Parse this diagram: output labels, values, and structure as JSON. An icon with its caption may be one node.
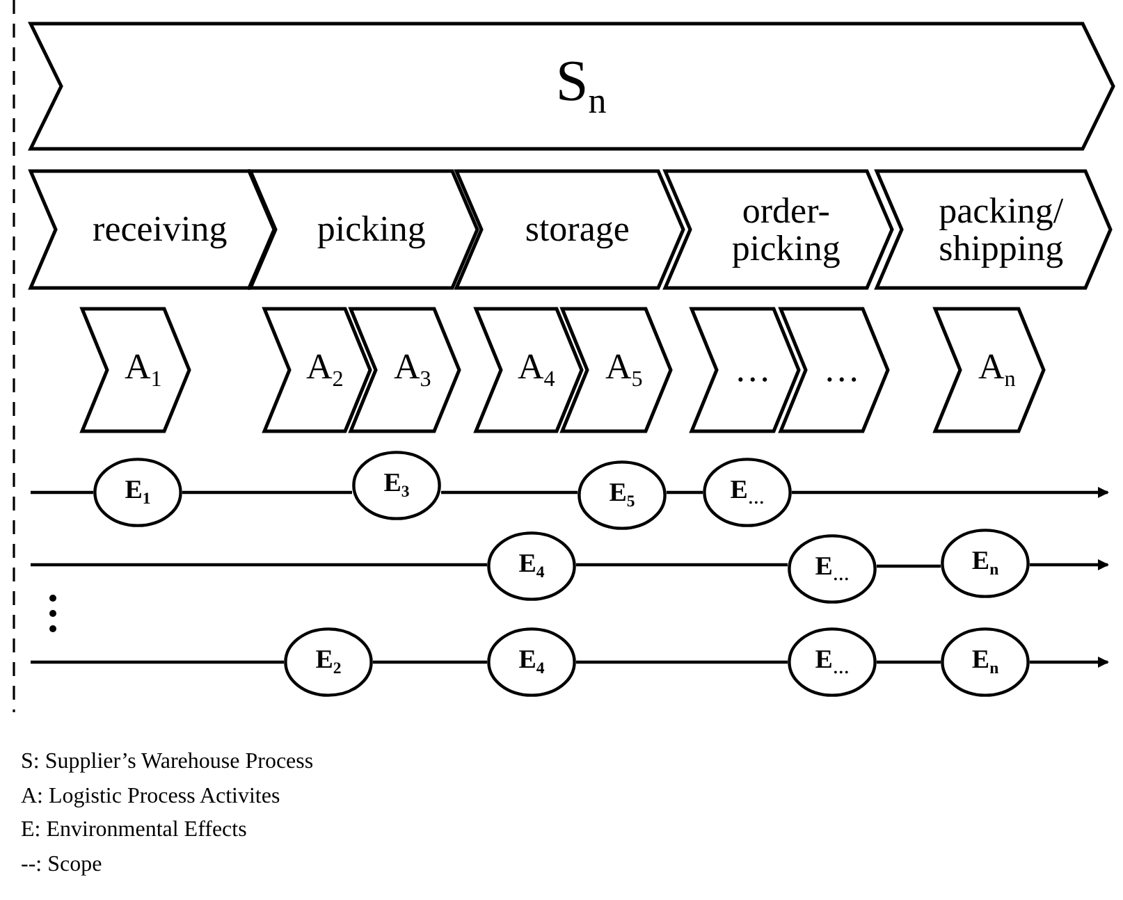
{
  "diagram": {
    "nodes": [
      {
        "text": [
          "S$_{n}$"
        ]
      },
      {
        "text": [
          "receiving"
        ]
      },
      {
        "text": [
          "picking"
        ]
      },
      {
        "text": [
          "storage"
        ]
      },
      {
        "text": [
          "order- picking"
        ]
      },
      {
        "text": [
          "packing/ shipping"
        ]
      },
      {
        "text": [
          "A$_{1}$"
        ]
      },
      {
        "text": [
          "A$_{2}$"
        ]
      },
      {
        "text": [
          "A$_{3}$"
        ]
      },
      {
        "text": [
          "A$_{4}$"
        ]
      },
      {
        "text": [
          "A$_{5}$"
        ]
      },
      {
        "text": [
          "…"
        ]
      },
      {
        "text": [
          "…"
        ]
      },
      {
        "text": [
          "A$_{n}$"
        ]
      },
      {
        "text": [
          "E$_{1}$"
        ]
      },
      {
        "text": [
          "E$_{3}$"
        ]
      },
      {
        "text": [
          "E$_{5}$"
        ]
      },
      {
        "text": [
          "E$_{…}$"
        ]
      },
      {
        "text": [
          "E$_{4}$"
        ]
      },
      {
        "text": [
          "E$_{…}$"
        ]
      },
      {
        "text": [
          "E$_{n}$"
        ]
      },
      {
        "text": [
          "E$_{2}$"
        ]
      },
      {
        "text": [
          "E$_{4}$"
        ]
      },
      {
        "text": [
          "E$_{…}$"
        ]
      },
      {
        "text": [
          "E$_{n}$"
        ]
      }
    ],
    "edges": [
      {
        "from": null,
        "to": 14,
        "arrow": "none"
      },
      {
        "from": 14,
        "to": 15,
        "arrow": "none"
      },
      {
        "from": 15,
        "to": 16,
        "arrow": "none"
      },
      {
        "from": 16,
        "to": 17,
        "arrow": "none"
      },
      {
        "from": 17,
        "to": null,
        "arrow": "to"
      },
      {
        "from": null,
        "to": 18,
        "arrow": "none"
      },
      {
        "from": 18,
        "to": 19,
        "arrow": "none"
      },
      {
        "from": 19,
        "to": 20,
        "arrow": "none"
      },
      {
        "from": 20,
        "to": null,
        "arrow": "to"
      },
      {
        "from": null,
        "to": 21,
        "arrow": "none"
      },
      {
        "from": 21,
        "to": 22,
        "arrow": "none"
      },
      {
        "from": 22,
        "to": 23,
        "arrow": "none"
      },
      {
        "from": 23,
        "to": 24,
        "arrow": "none"
      },
      {
        "from": 24,
        "to": null,
        "arrow": "to"
      }
    ],
    "labels": [
      "S: Supplier’s Warehouse Process",
      "A: Logistic Process Activites",
      "E: Environmental Effects",
      "--: Scope"
    ]
  }
}
